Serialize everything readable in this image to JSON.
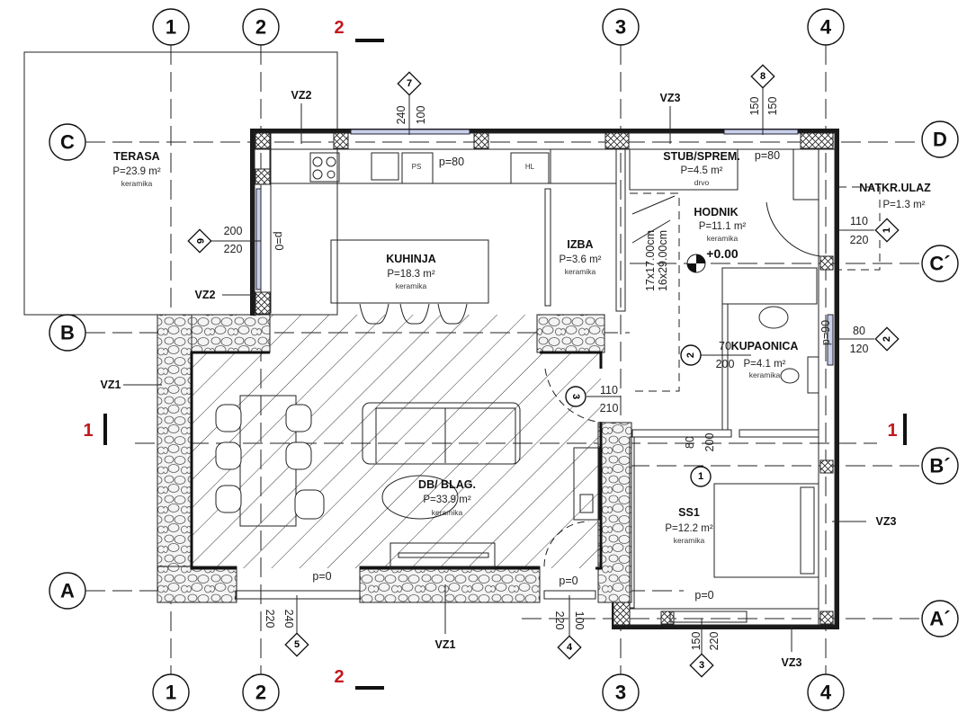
{
  "grid": {
    "columns": [
      "1",
      "2",
      "3",
      "4"
    ],
    "rows": {
      "D": "D",
      "C": "C",
      "C_prime": "C´",
      "B": "B",
      "B_prime": "B´",
      "A": "A",
      "A_prime": "A´"
    }
  },
  "sections": {
    "s1": "1",
    "s2": "2"
  },
  "rooms": {
    "terasa": {
      "name": "TERASA",
      "area": "P=23.9 m²",
      "floor": "keramika"
    },
    "kuhinja": {
      "name": "KUHINJA",
      "area": "P=18.3 m²",
      "floor": "keramika"
    },
    "izba": {
      "name": "IZBA",
      "area": "P=3.6 m²",
      "floor": "keramika"
    },
    "stub": {
      "name": "STUB/SPREM.",
      "area": "P=4.5 m²",
      "floor": "drvo"
    },
    "hodnik": {
      "name": "HODNIK",
      "area": "P=11.1 m²",
      "floor": "keramika",
      "level": "+0.00"
    },
    "natkr": {
      "name": "NATKR.ULAZ",
      "area": "P=1.3 m²"
    },
    "kupaonica": {
      "name": "KUPAONICA",
      "area": "P=4.1 m²",
      "floor": "keramika"
    },
    "dnevni": {
      "name": "DB/ BLAG.",
      "area": "P=33.9 m²",
      "floor": "keramika"
    },
    "ss1": {
      "name": "SS1",
      "area": "P=12.2 m²",
      "floor": "keramika"
    }
  },
  "walls": {
    "vz1": "VZ1",
    "vz2": "VZ2",
    "vz3": "VZ3"
  },
  "appliances": {
    "ps": "PS",
    "hl": "HL"
  },
  "parapets": {
    "p80": "p=80",
    "p0": "p=0",
    "p90": "p=90"
  },
  "stairs": {
    "line1": "17x17.00cm",
    "line2": "16x29.00cm"
  },
  "dims": {
    "w7": [
      "240",
      "100"
    ],
    "w8": [
      "150",
      "150"
    ],
    "w6": [
      "200",
      "220"
    ],
    "w1": [
      "110",
      "220"
    ],
    "w2": [
      "80",
      "120"
    ],
    "d3": [
      "110",
      "210"
    ],
    "d2": [
      "70",
      "200"
    ],
    "d1": [
      "80",
      "200"
    ],
    "w5": [
      "220",
      "240"
    ],
    "w4": [
      "220",
      "100"
    ],
    "w3": [
      "150",
      "220"
    ]
  },
  "window_tags": [
    "1",
    "2",
    "3",
    "4",
    "5",
    "6",
    "7",
    "8"
  ],
  "door_tags": [
    "1",
    "2",
    "3"
  ]
}
